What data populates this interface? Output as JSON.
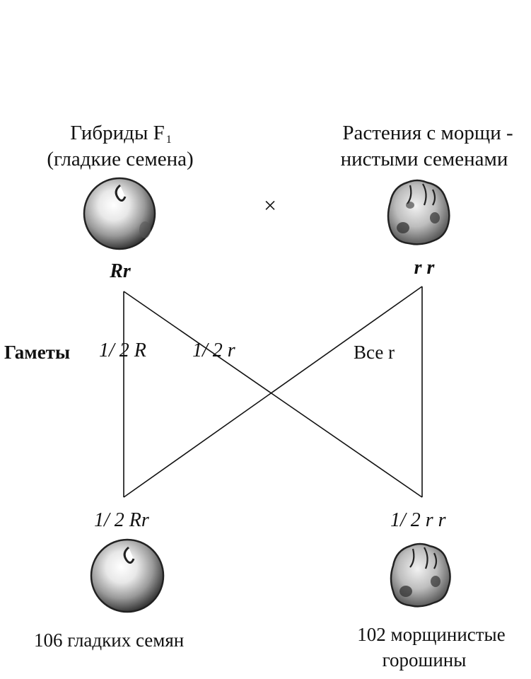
{
  "parents": {
    "left": {
      "title_line1": "Гибриды F",
      "title_sub": "1",
      "title_line2": "(гладкие семена)",
      "genotype": "Rr",
      "seed": "smooth-pea-icon"
    },
    "right": {
      "title_line1": "Растения с морщи -",
      "title_line2": "нистыми семенами",
      "genotype": "r r",
      "seed": "wrinkled-pea-icon"
    },
    "cross_symbol": "×"
  },
  "gametes": {
    "label": "Гаметы",
    "left_1": "1/ 2 R",
    "left_2": "1/ 2 r",
    "right": "Все  r"
  },
  "offspring": {
    "left": {
      "genotype": "1/ 2 Rr",
      "result": "106 гладких семян",
      "seed": "smooth-pea-icon"
    },
    "right": {
      "genotype": "1/ 2 r r",
      "result_line1": "102 морщинистые",
      "result_line2": "горошины",
      "seed": "wrinkled-pea-icon"
    }
  },
  "colors": {
    "ink": "#111111",
    "background": "#ffffff"
  }
}
